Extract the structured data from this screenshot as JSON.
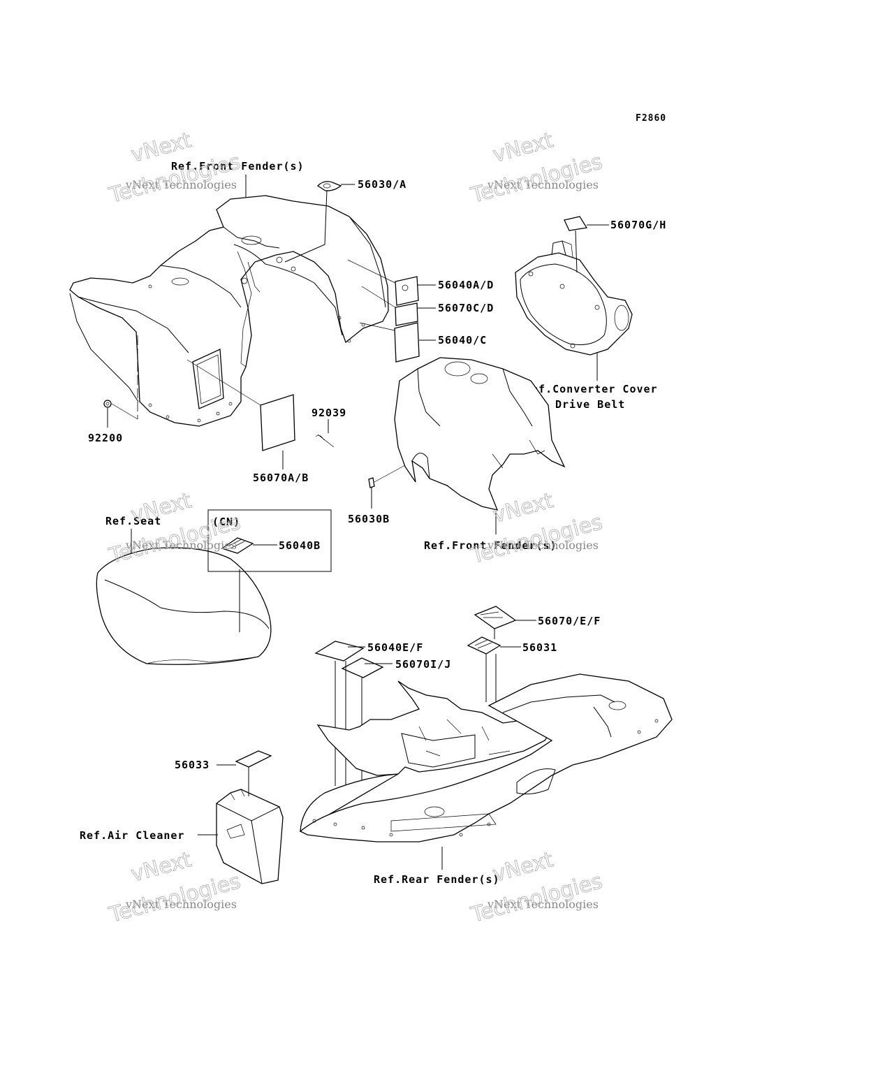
{
  "figure_id": "F2860",
  "labels": {
    "l_56030a": "56030/A",
    "l_56070gh": "56070G/H",
    "l_56040ad": "56040A/D",
    "l_56070cd": "56070C/D",
    "l_56040c": "56040/C",
    "l_92039": "92039",
    "l_92200": "92200",
    "l_56070ab": "56070A/B",
    "l_56030b": "56030B",
    "l_cn": "(CN)",
    "l_56040b": "56040B",
    "l_56070ef": "56070/E/F",
    "l_56040ef": "56040E/F",
    "l_56031": "56031",
    "l_56070ij": "56070I/J",
    "l_56033": "56033"
  },
  "refs": {
    "front_fender_top": "Ref.Front Fender(s)",
    "converter_cover_1": "Ref.Converter Cover",
    "converter_cover_2": "Drive Belt",
    "seat": "Ref.Seat",
    "front_fender_mid": "Ref.Front Fender(s)",
    "air_cleaner": "Ref.Air Cleaner",
    "rear_fender": "Ref.Rear Fender(s)"
  },
  "watermark": {
    "line1": "vNext",
    "line2": "vNext Technologies",
    "line3": "Technologies"
  }
}
